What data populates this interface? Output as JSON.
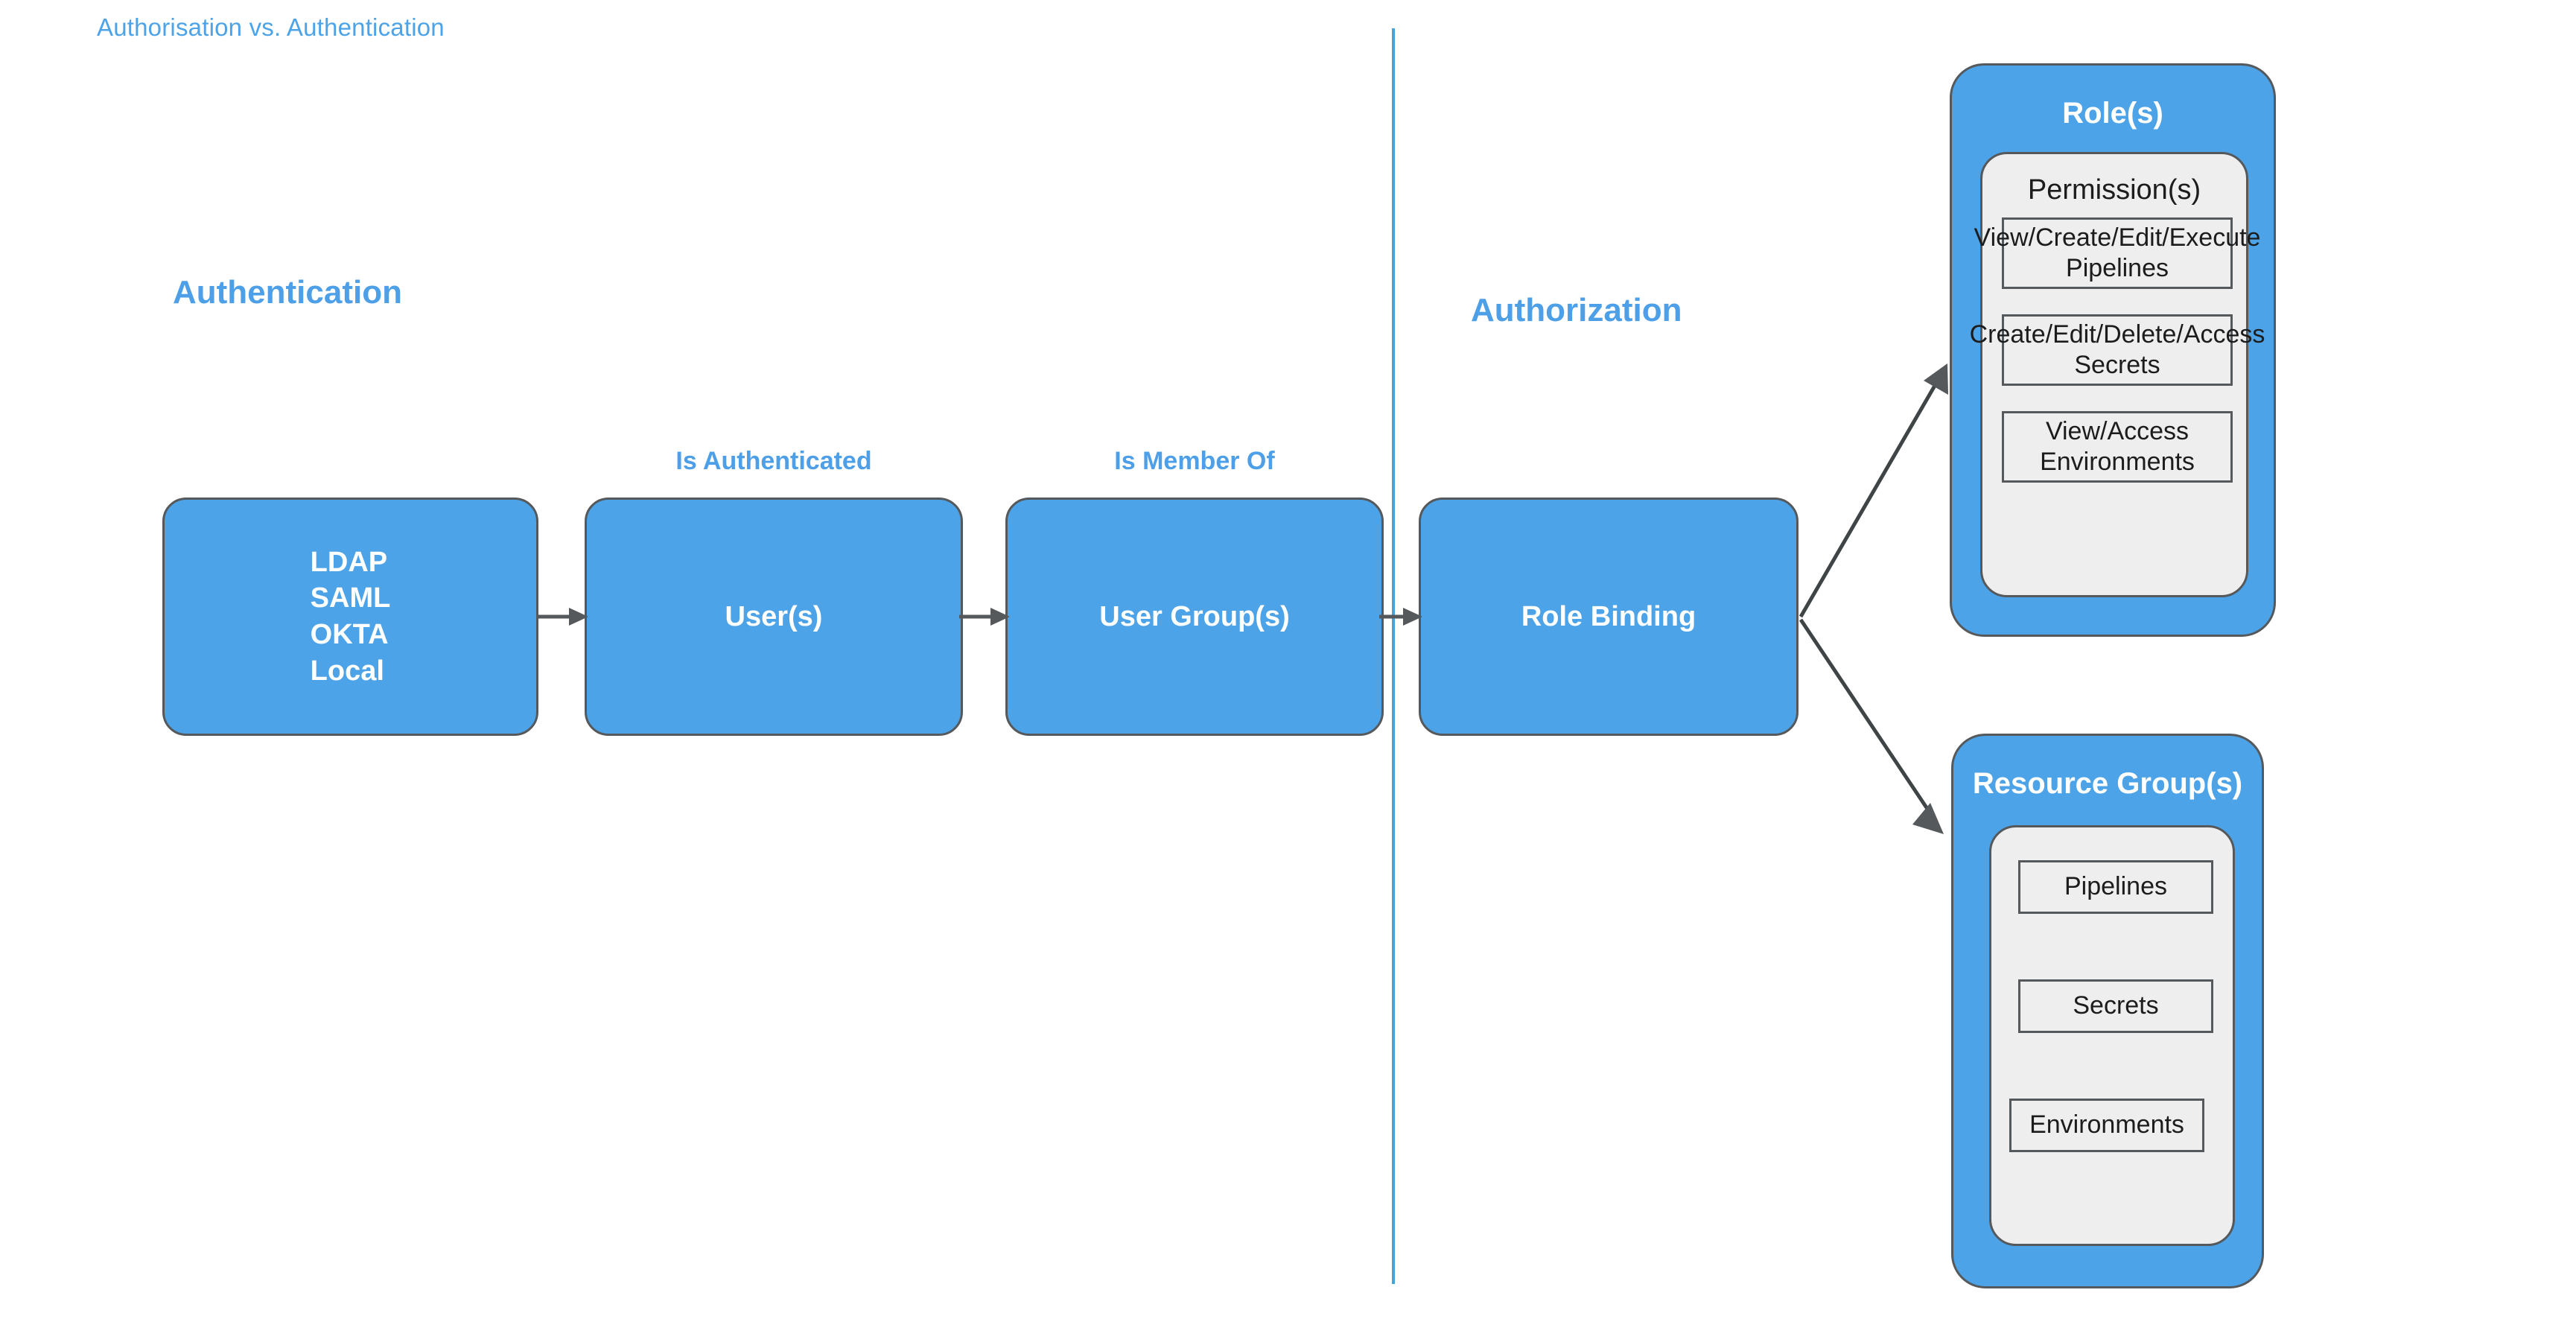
{
  "document": {
    "title": "Authorisation vs. Authentication"
  },
  "sections": {
    "authentication": "Authentication",
    "authorization": "Authorization"
  },
  "edge_labels": {
    "is_authenticated": "Is Authenticated",
    "is_member_of": "Is Member Of"
  },
  "flow": {
    "providers": {
      "lines": [
        "LDAP",
        "SAML",
        "OKTA",
        "Local"
      ]
    },
    "users": "User(s)",
    "user_groups": "User Group(s)",
    "role_binding": "Role Binding"
  },
  "roles_card": {
    "title": "Role(s)",
    "panel_heading": "Permission(s)",
    "permissions": [
      "View/Create/Edit/Execute Pipelines",
      "Create/Edit/Delete/Access Secrets",
      "View/Access Environments"
    ]
  },
  "resource_groups_card": {
    "title": "Resource Group(s)",
    "resources": [
      "Pipelines",
      "Secrets",
      "Environments"
    ]
  },
  "colors": {
    "accent_blue": "#4da3e8",
    "label_blue": "#4d9fe8",
    "panel_gray": "#eeeeee",
    "stroke_gray": "#55595c",
    "divider_blue": "#45a3e0"
  }
}
